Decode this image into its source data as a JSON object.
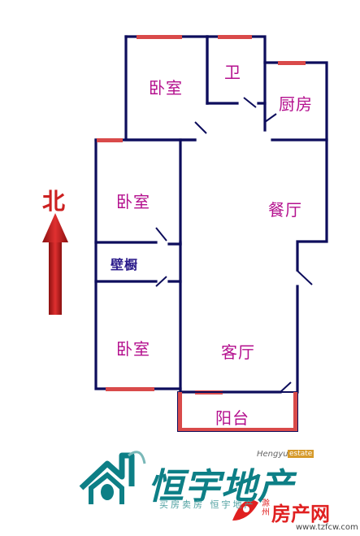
{
  "rooms": {
    "bedroom_top": "卧室",
    "bathroom": "卫",
    "kitchen": "厨房",
    "bedroom_mid": "卧室",
    "dining": "餐厅",
    "closet": "壁橱",
    "bedroom_bottom": "卧室",
    "living": "客厅",
    "balcony": "阳台"
  },
  "north_label": "北",
  "logo": {
    "name": "恒宇地产",
    "english": "Hengyu",
    "english_badge": "estate",
    "slogan": "买房卖房 恒宇地产"
  },
  "site": {
    "name": "房产网",
    "city": "滁州",
    "url": "www.tzfcw.com"
  },
  "colors": {
    "wall": "#0d0d5c",
    "window": "#d94a4a",
    "label": "#b4108e",
    "arrow": "#cc2020",
    "brand": "#0d7f86"
  }
}
